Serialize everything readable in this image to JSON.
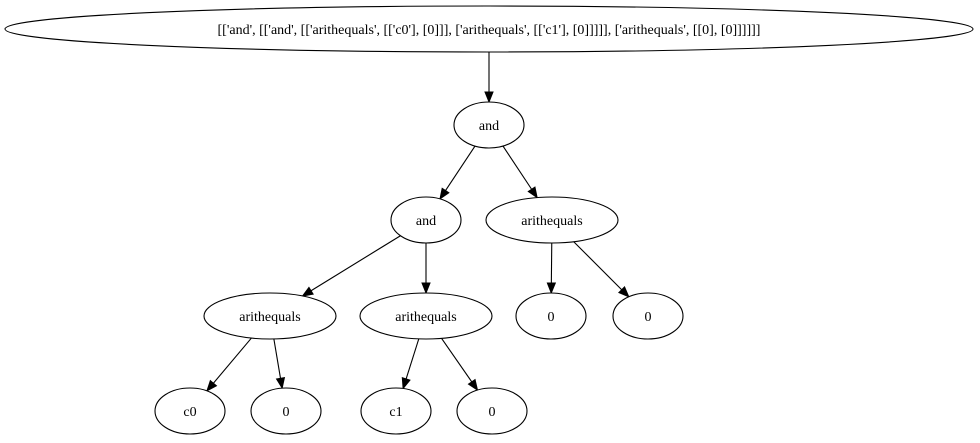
{
  "tree": {
    "nodes": [
      {
        "id": "root",
        "label": "[['and', [['and', [['arithequals', [['c0'], [0]]], ['arithequals', [['c1'], [0]]]]], ['arithequals', [[0], [0]]]]]]"
      },
      {
        "id": "and1",
        "label": "and"
      },
      {
        "id": "and2",
        "label": "and"
      },
      {
        "id": "eq3",
        "label": "arithequals"
      },
      {
        "id": "eq1",
        "label": "arithequals"
      },
      {
        "id": "eq2",
        "label": "arithequals"
      },
      {
        "id": "z5",
        "label": "0"
      },
      {
        "id": "z6",
        "label": "0"
      },
      {
        "id": "c0",
        "label": "c0"
      },
      {
        "id": "z1",
        "label": "0"
      },
      {
        "id": "c1",
        "label": "c1"
      },
      {
        "id": "z2",
        "label": "0"
      }
    ],
    "edges": [
      {
        "from": "root",
        "to": "and1"
      },
      {
        "from": "and1",
        "to": "and2"
      },
      {
        "from": "and1",
        "to": "eq3"
      },
      {
        "from": "and2",
        "to": "eq1"
      },
      {
        "from": "and2",
        "to": "eq2"
      },
      {
        "from": "eq3",
        "to": "z5"
      },
      {
        "from": "eq3",
        "to": "z6"
      },
      {
        "from": "eq1",
        "to": "c0"
      },
      {
        "from": "eq1",
        "to": "z1"
      },
      {
        "from": "eq2",
        "to": "c1"
      },
      {
        "from": "eq2",
        "to": "z2"
      }
    ]
  }
}
